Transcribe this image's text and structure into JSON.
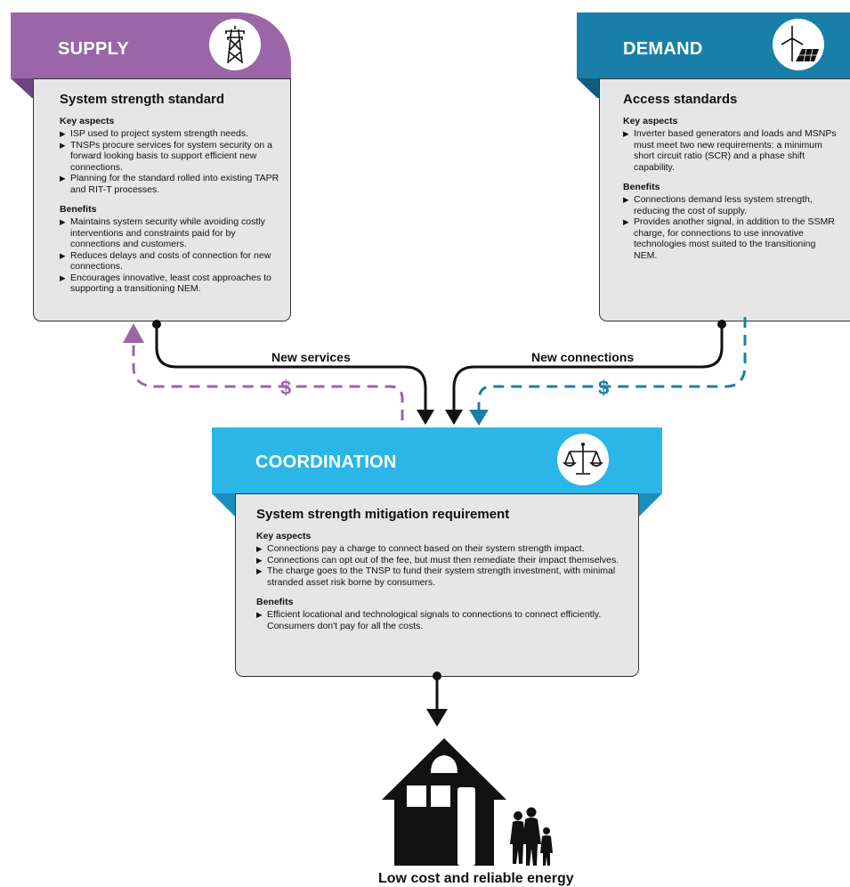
{
  "colors": {
    "supply": "#9a66a8",
    "demand": "#1a7fa8",
    "coordination": "#2bb6e7",
    "card_bg": "#e6e6e6",
    "ink": "#111111"
  },
  "supply": {
    "header": "SUPPLY",
    "icon": "transmission-tower-icon",
    "title": "System strength standard",
    "key_aspects_heading": "Key aspects",
    "key_aspects": [
      "ISP used to project system strength needs.",
      "TNSPs procure services for system security on a forward looking basis to support efficient new connections.",
      "Planning for the standard rolled into existing TAPR and RIT-T processes."
    ],
    "benefits_heading": "Benefits",
    "benefits": [
      "Maintains system security while avoiding costly interventions and constraints paid for by connections and customers.",
      "Reduces delays and costs of connection for new connections.",
      "Encourages innovative, least cost approaches to supporting a transitioning NEM."
    ]
  },
  "demand": {
    "header": "DEMAND",
    "icon": "wind-turbine-solar-panel-icon",
    "title": "Access standards",
    "key_aspects_heading": "Key aspects",
    "key_aspects": [
      "Inverter based generators and loads and MSNPs must meet two new requirements: a minimum short circuit ratio (SCR) and a phase shift capability."
    ],
    "benefits_heading": "Benefits",
    "benefits": [
      "Connections demand less system strength, reducing the cost of supply.",
      "Provides another signal, in addition to the SSMR charge, for connections to use innovative technologies most suited to the transitioning NEM."
    ]
  },
  "coordination": {
    "header": "COORDINATION",
    "icon": "scales-of-justice-icon",
    "title": "System strength mitigation requirement",
    "key_aspects_heading": "Key aspects",
    "key_aspects": [
      "Connections pay a charge to connect based on their system strength impact.",
      "Connections can opt out of the fee, but must then remediate their impact themselves.",
      "The charge goes to the TNSP to fund their system strength investment, with minimal stranded asset risk borne by consumers."
    ],
    "benefits_heading": "Benefits",
    "benefits": [
      "Efficient locational and technological signals to connections to connect efficiently. Consumers don't pay for all the costs."
    ]
  },
  "flows": {
    "new_services": "New services",
    "new_connections": "New connections",
    "supply_payment": "$",
    "demand_payment": "$"
  },
  "outcome": {
    "label": "Low cost and reliable energy",
    "icon": "house-and-family-icon"
  }
}
